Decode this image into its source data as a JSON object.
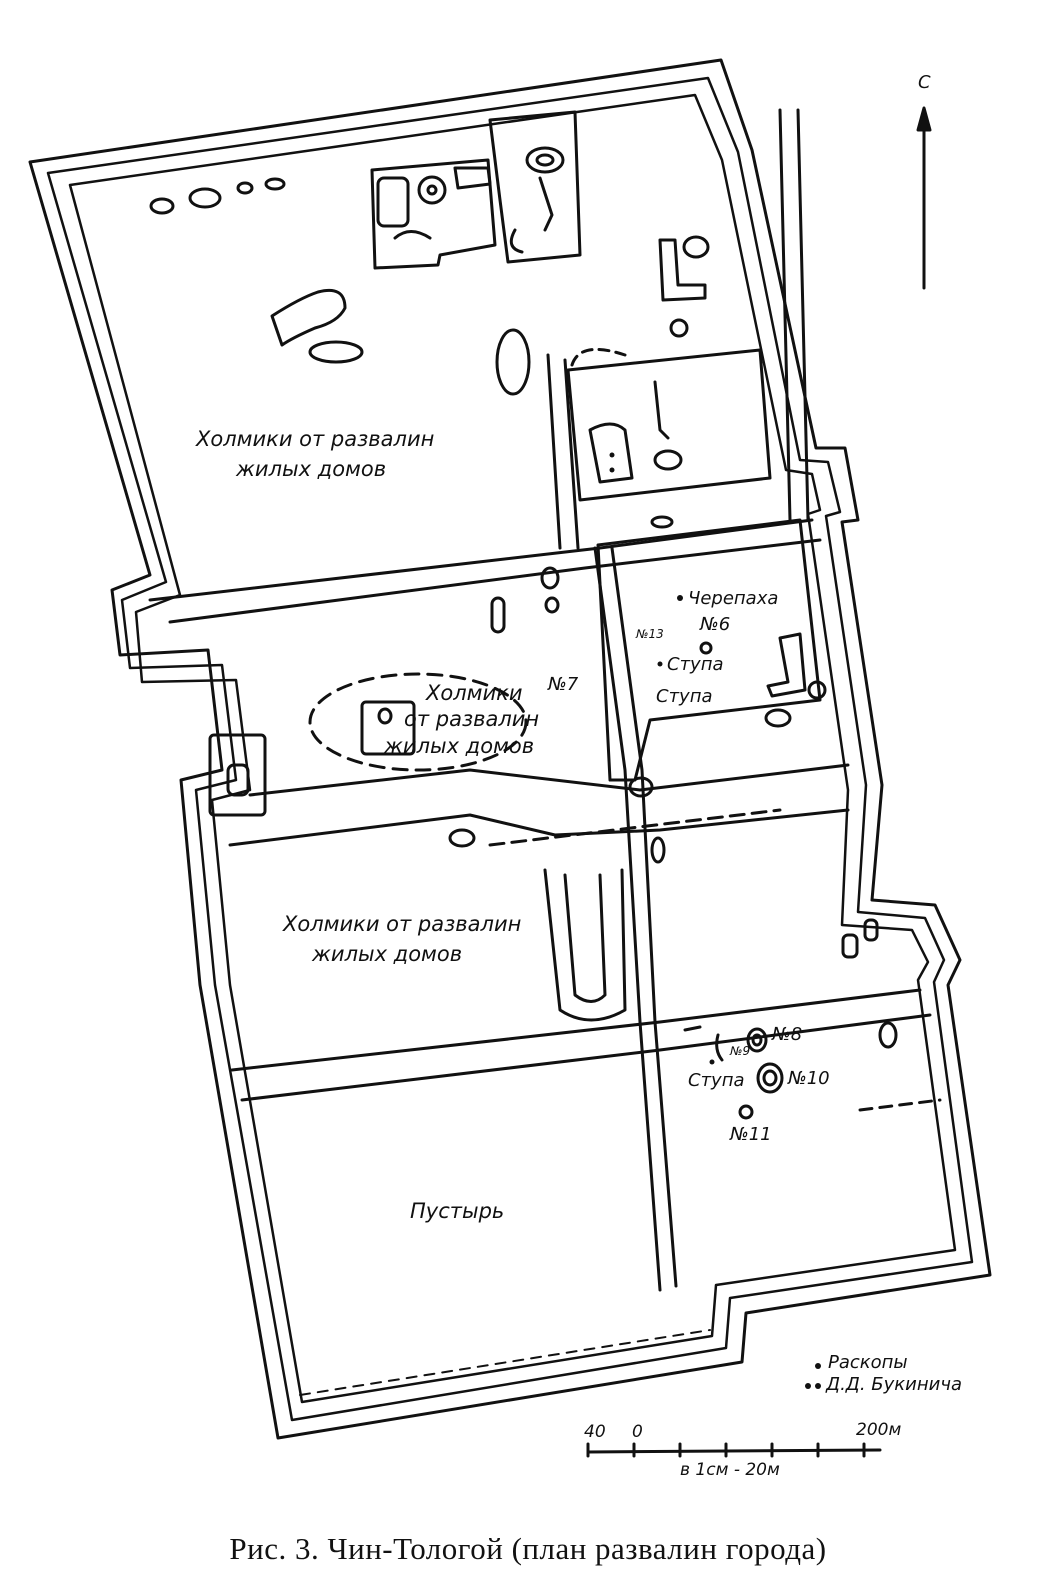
{
  "figure": {
    "caption": "Рис. 3. Чин-Тологой (план развалин города)",
    "north_label": "С"
  },
  "areas": {
    "north_west_1": "Холмики от развалин",
    "north_west_2": "жилых домов",
    "center_1": "Холмики",
    "center_2": "от развалин",
    "center_3": "жилых домов",
    "south_west_1": "Холмики от развалин",
    "south_west_2": "жилых домов",
    "wasteland": "Пустырь"
  },
  "objects": {
    "turtle": "Черепаха",
    "n6": "№6",
    "n13": "№13",
    "stupa_a": "Ступа",
    "stupa_b": "Ступа",
    "n7": "№7",
    "n8": "№8",
    "n9": "№9",
    "stupa_c": "Ступа",
    "n10": "№10",
    "n11": "№11"
  },
  "legend": {
    "line1": "Раскопы",
    "line2": "Д.Д. Букинича"
  },
  "scale_bar": {
    "tick_left": "40",
    "tick_zero": "0",
    "tick_right": "200м",
    "ratio": "в 1см - 20м"
  }
}
